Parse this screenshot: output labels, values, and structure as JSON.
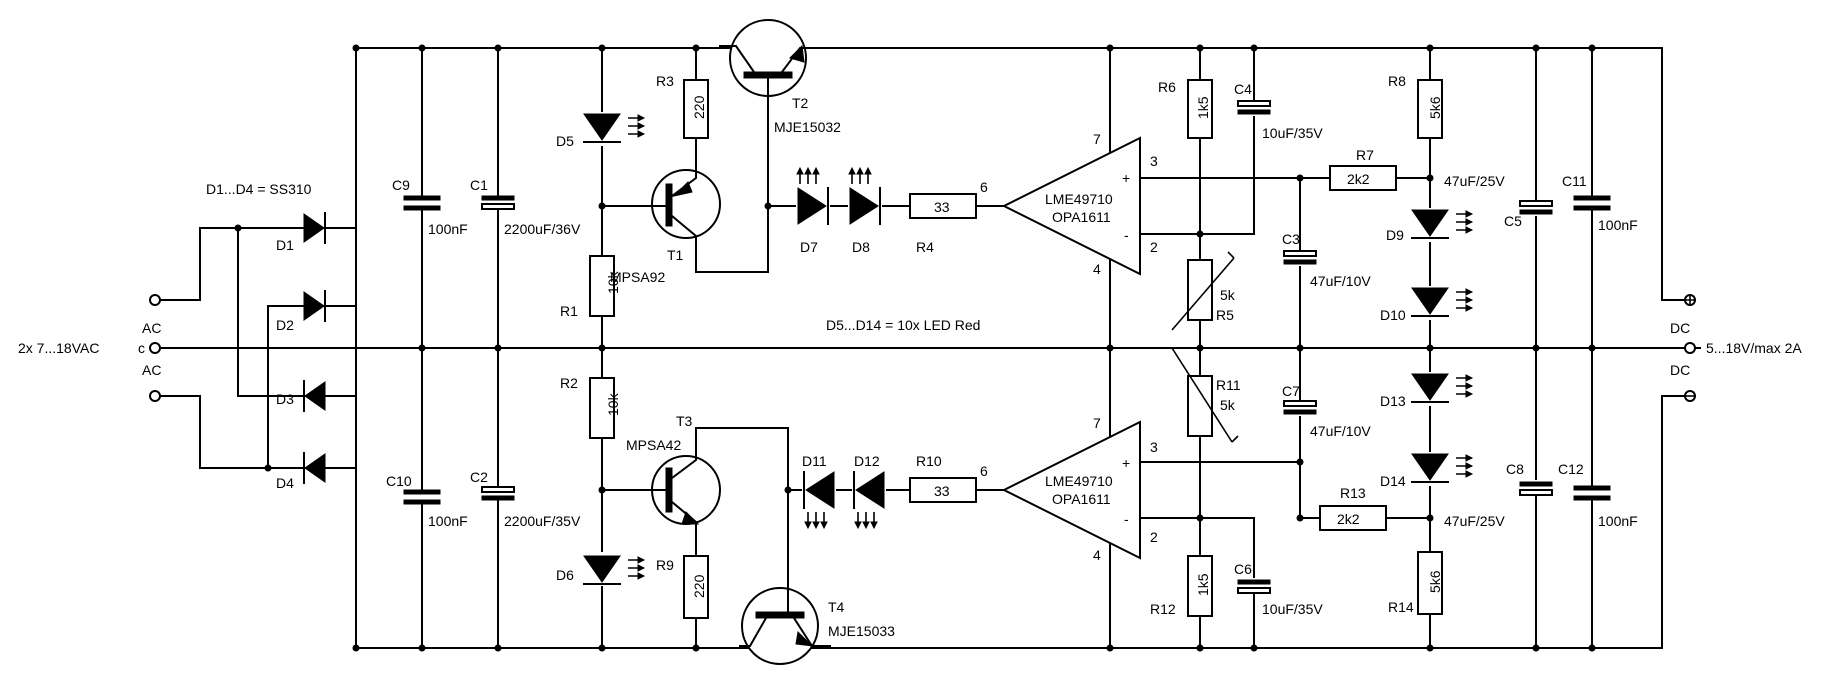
{
  "schematic": {
    "notes": {
      "diodes": "D1...D4 = SS310",
      "leds": "D5...D14 = 10x LED Red"
    },
    "input": {
      "label": "2x 7...18VAC",
      "ac_top": "AC",
      "center": "c",
      "ac_bottom": "AC"
    },
    "output": {
      "label": "5...18V/max 2A",
      "dc_top": "DC",
      "dc_bottom": "DC"
    },
    "rectifier": {
      "d1": "D1",
      "d2": "D2",
      "d3": "D3",
      "d4": "D4"
    },
    "caps": {
      "c9": {
        "ref": "C9",
        "value": "100nF"
      },
      "c1": {
        "ref": "C1",
        "value": "2200uF/36V"
      },
      "c10": {
        "ref": "C10",
        "value": "100nF"
      },
      "c2": {
        "ref": "C2",
        "value": "2200uF/35V"
      },
      "c4": {
        "ref": "C4",
        "value": "10uF/35V"
      },
      "c3": {
        "ref": "C3",
        "value": "47uF/10V"
      },
      "c7": {
        "ref": "C7",
        "value": "47uF/10V"
      },
      "c6": {
        "ref": "C6",
        "value": "10uF/35V"
      },
      "c5": {
        "ref": "C5",
        "value": "47uF/25V"
      },
      "c8": {
        "ref": "C8",
        "value": "47uF/25V"
      },
      "c11": {
        "ref": "C11",
        "value": "100nF"
      },
      "c12": {
        "ref": "C12",
        "value": "100nF"
      }
    },
    "resistors": {
      "r1": {
        "ref": "R1",
        "value": "10k"
      },
      "r2": {
        "ref": "R2",
        "value": "10k"
      },
      "r3": {
        "ref": "R3",
        "value": "220"
      },
      "r9": {
        "ref": "R9",
        "value": "220"
      },
      "r4": {
        "ref": "R4",
        "value": "33"
      },
      "r10": {
        "ref": "R10",
        "value": "33"
      },
      "r5": {
        "ref": "R5",
        "value": "5k"
      },
      "r11": {
        "ref": "R11",
        "value": "5k"
      },
      "r6": {
        "ref": "R6",
        "value": "1k5"
      },
      "r12": {
        "ref": "R12",
        "value": "1k5"
      },
      "r7": {
        "ref": "R7",
        "value": "2k2"
      },
      "r13": {
        "ref": "R13",
        "value": "2k2"
      },
      "r8": {
        "ref": "R8",
        "value": "5k6"
      },
      "r14": {
        "ref": "R14",
        "value": "5k6"
      }
    },
    "transistors": {
      "t1": {
        "ref": "T1",
        "type": "MPSA92"
      },
      "t2": {
        "ref": "T2",
        "type": "MJE15032"
      },
      "t3": {
        "ref": "T3",
        "type": "MPSA42"
      },
      "t4": {
        "ref": "T4",
        "type": "MJE15033"
      }
    },
    "leds": {
      "d5": "D5",
      "d6": "D6",
      "d7": "D7",
      "d8": "D8",
      "d11": "D11",
      "d12": "D12",
      "d9": "D9",
      "d10": "D10",
      "d13": "D13",
      "d14": "D14"
    },
    "opamps": {
      "top": {
        "line1": "LME49710",
        "line2": "OPA1611",
        "pin_out": "6",
        "pin_plus": "3",
        "pin_minus": "2",
        "pin_vp": "7",
        "pin_vn": "4",
        "plus": "+",
        "minus": "-"
      },
      "bottom": {
        "line1": "LME49710",
        "line2": "OPA1611",
        "pin_out": "6",
        "pin_plus": "3",
        "pin_minus": "2",
        "pin_vp": "7",
        "pin_vn": "4",
        "plus": "+",
        "minus": "-"
      }
    }
  }
}
